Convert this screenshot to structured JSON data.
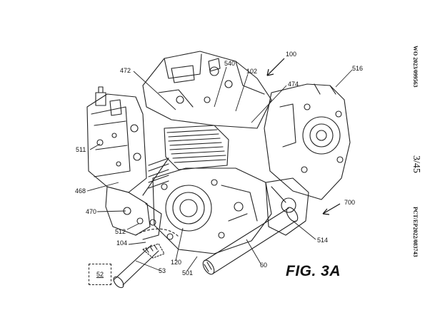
{
  "sheet": {
    "publication_number": "WO 2023/099563",
    "application_number": "PCT/EP2022/083743",
    "sheet_number": "3/45",
    "figure_label": "FIG. 3A"
  },
  "reference_numerals": {
    "r100": "100",
    "r472": "472",
    "r540": "540",
    "r102": "102",
    "r516": "516",
    "r474": "474",
    "r511": "511",
    "r468": "468",
    "r470": "470",
    "r512": "512",
    "r104": "104",
    "r120": "120",
    "r501": "501",
    "r60": "60",
    "r53": "53",
    "r52": "52",
    "r700": "700",
    "r514": "514"
  },
  "colors": {
    "ink": "#111111",
    "paper": "#ffffff"
  }
}
